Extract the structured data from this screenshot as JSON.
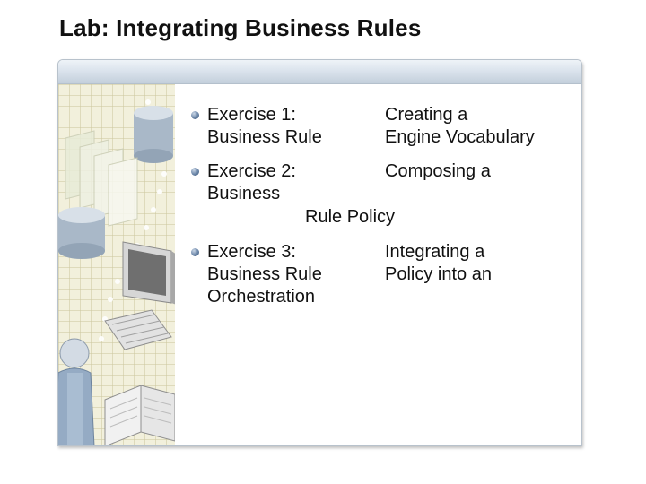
{
  "slide": {
    "title": "Lab: Integrating Business Rules"
  },
  "exercises": [
    {
      "name_lines": [
        "Exercise 1:",
        "Business Rule"
      ],
      "desc_lines": [
        "Creating a",
        "Engine Vocabulary"
      ]
    },
    {
      "name_lines": [
        "Exercise 2:",
        "Business"
      ],
      "desc_lines": [
        "Composing a"
      ],
      "trailing_line": "Rule Policy"
    },
    {
      "name_lines": [
        "Exercise 3:",
        "Business Rule",
        "Orchestration"
      ],
      "desc_lines": [
        "Integrating a",
        "Policy into an"
      ]
    }
  ],
  "decor": {
    "illustration_icons": [
      "database-icon",
      "document-stack-icon",
      "computer-monitor-icon",
      "keyboard-icon",
      "open-book-icon",
      "person-icon"
    ]
  }
}
